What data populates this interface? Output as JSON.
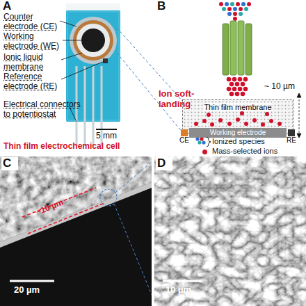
{
  "diagram": {
    "nodes": [
      {
        "text": [
          "Thin film membrane"
        ]
      },
      {
        "text": [
          "Working electrode"
        ]
      },
      {
        "text": [
          "CE"
        ]
      },
      {
        "text": [
          "RE"
        ]
      }
    ],
    "labels": [
      "A",
      "Counter electrode (CE)",
      "Working electrode (WE)",
      "Ionic liquid membrane",
      "Reference electrode (RE)",
      "Electrical connectors to potentiostat",
      "5 mm",
      "Thin film electrochemical cell",
      "B",
      "Ion soft-landing",
      "~ 10 µm",
      "C",
      "~10 µm",
      "20 µm",
      "D",
      "10 µm"
    ],
    "legend": [
      {
        "text": "Ionized species"
      },
      {
        "text": "Mass-selected ions",
        "color": "#d0112b"
      }
    ]
  }
}
